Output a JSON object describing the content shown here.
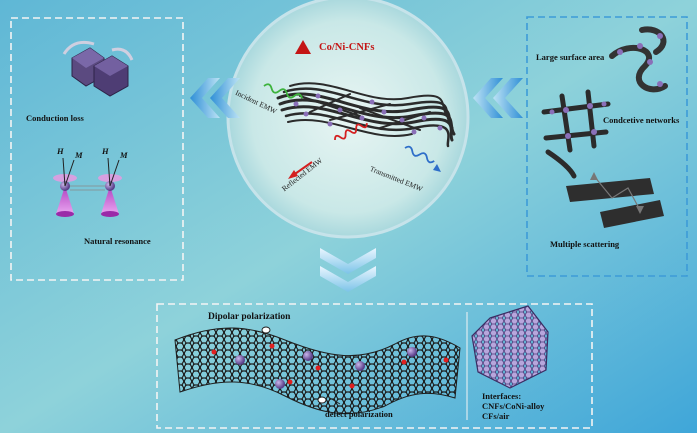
{
  "center": {
    "title": "Co/Ni-CNFs",
    "incident": "Incident EMW",
    "reflected": "Reflected EMW",
    "transmitted": "Transmitted EMW"
  },
  "left_panel": {
    "conduction": "Conduction loss",
    "resonance": "Natural resonance",
    "h_label": "H",
    "m_label": "M"
  },
  "right_panel": {
    "surface": "Large surface area",
    "networks": "Condcetive networks",
    "scattering": "Multiple scattering"
  },
  "bottom_panel": {
    "dipolar": "Dipolar polarization",
    "defect": "defect polarization",
    "interfaces_1": "Interfaces:",
    "interfaces_2": "CNFs/CoNi-alloy",
    "interfaces_3": "CFs/air"
  },
  "colors": {
    "accent_red": "#c41515",
    "frame": "#f2f2f2",
    "frame_right": "#3a9ad9",
    "particle": "#8a6fb8",
    "fiber": "#2b2b2b"
  }
}
